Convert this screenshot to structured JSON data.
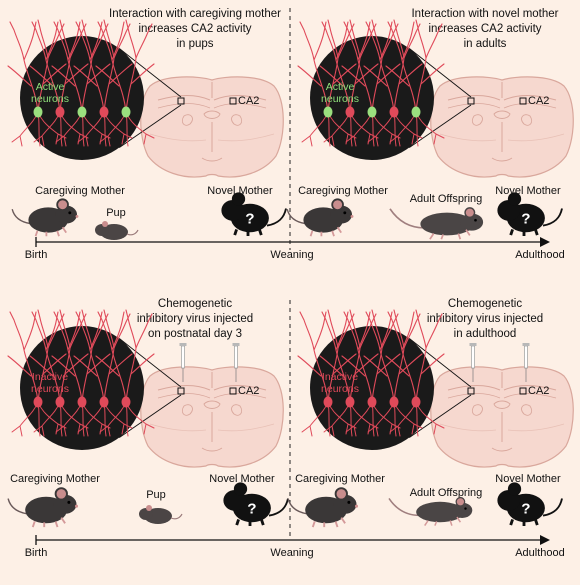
{
  "colors": {
    "background": "#fdf0e6",
    "neuron": "#e04a5a",
    "active_label": "#8fe07a",
    "inactive_label": "#e04a5a",
    "brain_fill": "#f6d8cf",
    "brain_stroke": "#d9a79c",
    "mouse_dark": "#3a3737",
    "mouse_black": "#111111"
  },
  "top": {
    "left": {
      "title_lines": [
        "Interaction with caregiving mother",
        "increases CA2 activity",
        "in pups"
      ],
      "neuron_label_lines": [
        "Active",
        "neurons"
      ],
      "region_label": "CA2",
      "mother_label": "Caregiving Mother",
      "pup_label": "Pup",
      "novel_label": "Novel Mother"
    },
    "right": {
      "title_lines": [
        "Interaction with novel mother",
        "increases CA2 activity",
        "in adults"
      ],
      "neuron_label_lines": [
        "Active",
        "neurons"
      ],
      "region_label": "CA2",
      "mother_label": "Caregiving Mother",
      "offspring_label": "Adult Offspring",
      "novel_label": "Novel Mother"
    },
    "timeline": {
      "start": "Birth",
      "middle": "Weaning",
      "end": "Adulthood"
    }
  },
  "bottom": {
    "left": {
      "title_lines": [
        "Chemogenetic",
        "inhibitory virus injected",
        "on postnatal day 3"
      ],
      "neuron_label_lines": [
        "Inactive",
        "neurons"
      ],
      "region_label": "CA2",
      "mother_label": "Caregiving Mother",
      "pup_label": "Pup",
      "novel_label": "Novel Mother"
    },
    "right": {
      "title_lines": [
        "Chemogenetic",
        "inhibitory virus injected",
        "in adulthood"
      ],
      "neuron_label_lines": [
        "Inactive",
        "neurons"
      ],
      "region_label": "CA2",
      "mother_label": "Caregiving Mother",
      "offspring_label": "Adult Offspring",
      "novel_label": "Novel Mother"
    },
    "timeline": {
      "start": "Birth",
      "middle": "Weaning",
      "end": "Adulthood"
    }
  },
  "novel_mark": "?"
}
